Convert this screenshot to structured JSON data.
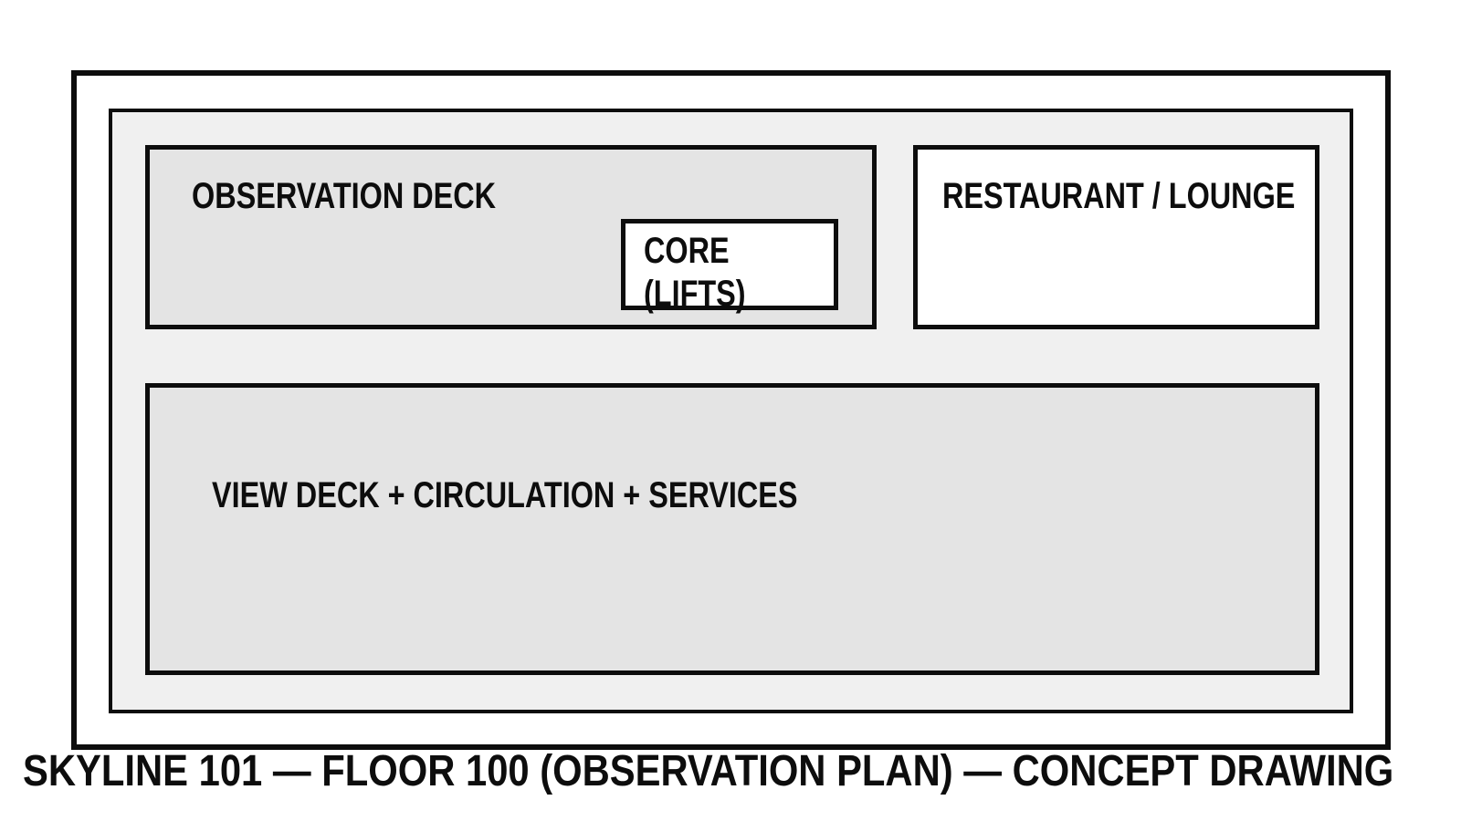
{
  "drawing": {
    "caption": "SKYLINE 101 — FLOOR 100 (OBSERVATION PLAN) — CONCEPT DRAWING",
    "rooms": {
      "observation_deck": {
        "label": "OBSERVATION DECK"
      },
      "core": {
        "label_line1": "CORE",
        "label_line2": "(LIFTS)"
      },
      "restaurant": {
        "label": "RESTAURANT / LOUNGE"
      },
      "view_deck": {
        "label": "VIEW DECK + CIRCULATION + SERVICES"
      }
    },
    "colors": {
      "outline": "#0d0d0d",
      "floor_fill": "#f0f0f0",
      "deck_fill": "#e4e4e4",
      "room_fill_white": "#ffffff",
      "canvas": "#ffffff"
    }
  }
}
